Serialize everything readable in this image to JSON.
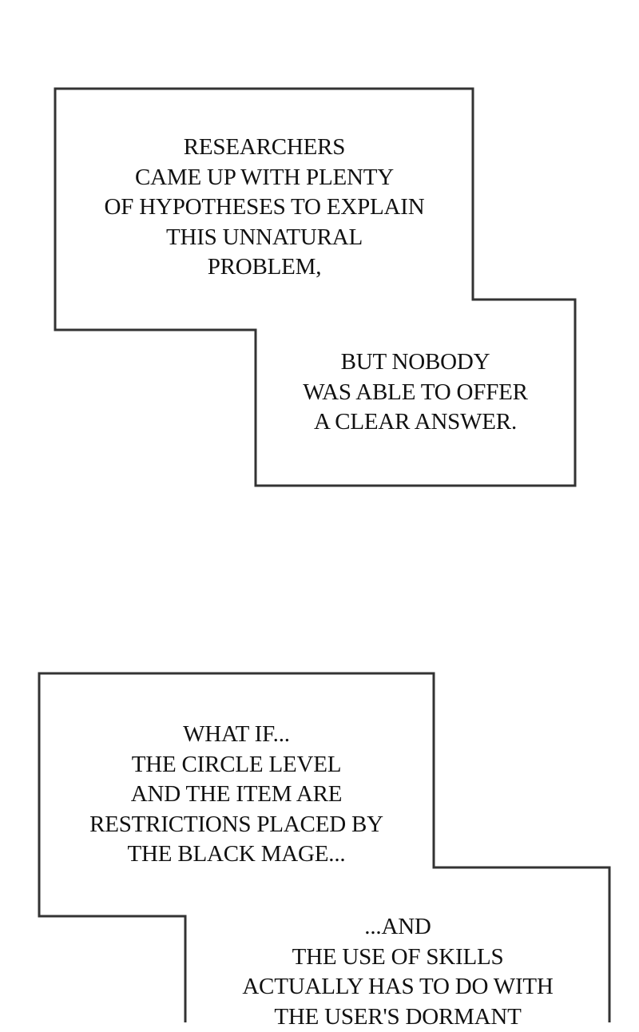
{
  "page": {
    "background": "#ffffff",
    "border_color": "#333333",
    "text_color": "#111111"
  },
  "panels": [
    {
      "captions": [
        {
          "lines": [
            "RESEARCHERS",
            "CAME UP WITH PLENTY",
            "OF HYPOTHESES TO EXPLAIN",
            "THIS UNNATURAL",
            "PROBLEM,"
          ]
        },
        {
          "lines": [
            "BUT NOBODY",
            "WAS ABLE TO OFFER",
            "A CLEAR ANSWER."
          ]
        }
      ]
    },
    {
      "captions": [
        {
          "lines": [
            "WHAT IF...",
            "THE CIRCLE LEVEL",
            "AND THE ITEM ARE",
            "RESTRICTIONS PLACED BY",
            "THE BLACK MAGE..."
          ]
        },
        {
          "lines": [
            "...AND",
            "THE USE OF SKILLS",
            "ACTUALLY HAS TO DO WITH",
            "THE USER'S DORMANT"
          ]
        }
      ]
    }
  ]
}
